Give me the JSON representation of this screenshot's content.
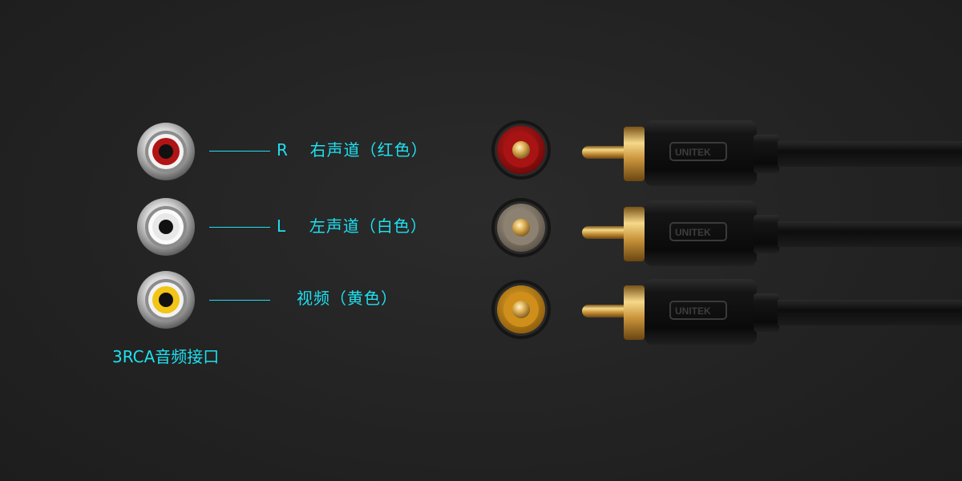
{
  "connectors": [
    {
      "id": "red",
      "channel_letter": "R",
      "label": "右声道（红色）",
      "color_name": "red",
      "insulator_color": "#b01414",
      "plug_face_color": "#9e1010"
    },
    {
      "id": "white",
      "channel_letter": "L",
      "label": "左声道（白色）",
      "color_name": "white",
      "insulator_color": "#efefef",
      "plug_face_color": "#8d8272"
    },
    {
      "id": "yellow",
      "channel_letter": "",
      "label": "视频（黄色）",
      "color_name": "yellow",
      "insulator_color": "#f2c516",
      "plug_face_color": "#cf8f1a"
    }
  ],
  "caption": "3RCA音频接口",
  "brand_mark": "UNITEK",
  "colors": {
    "background": "#252525",
    "accent_text": "#1ee0f0",
    "gold": "#d4a23c",
    "cable_black": "#111111"
  }
}
